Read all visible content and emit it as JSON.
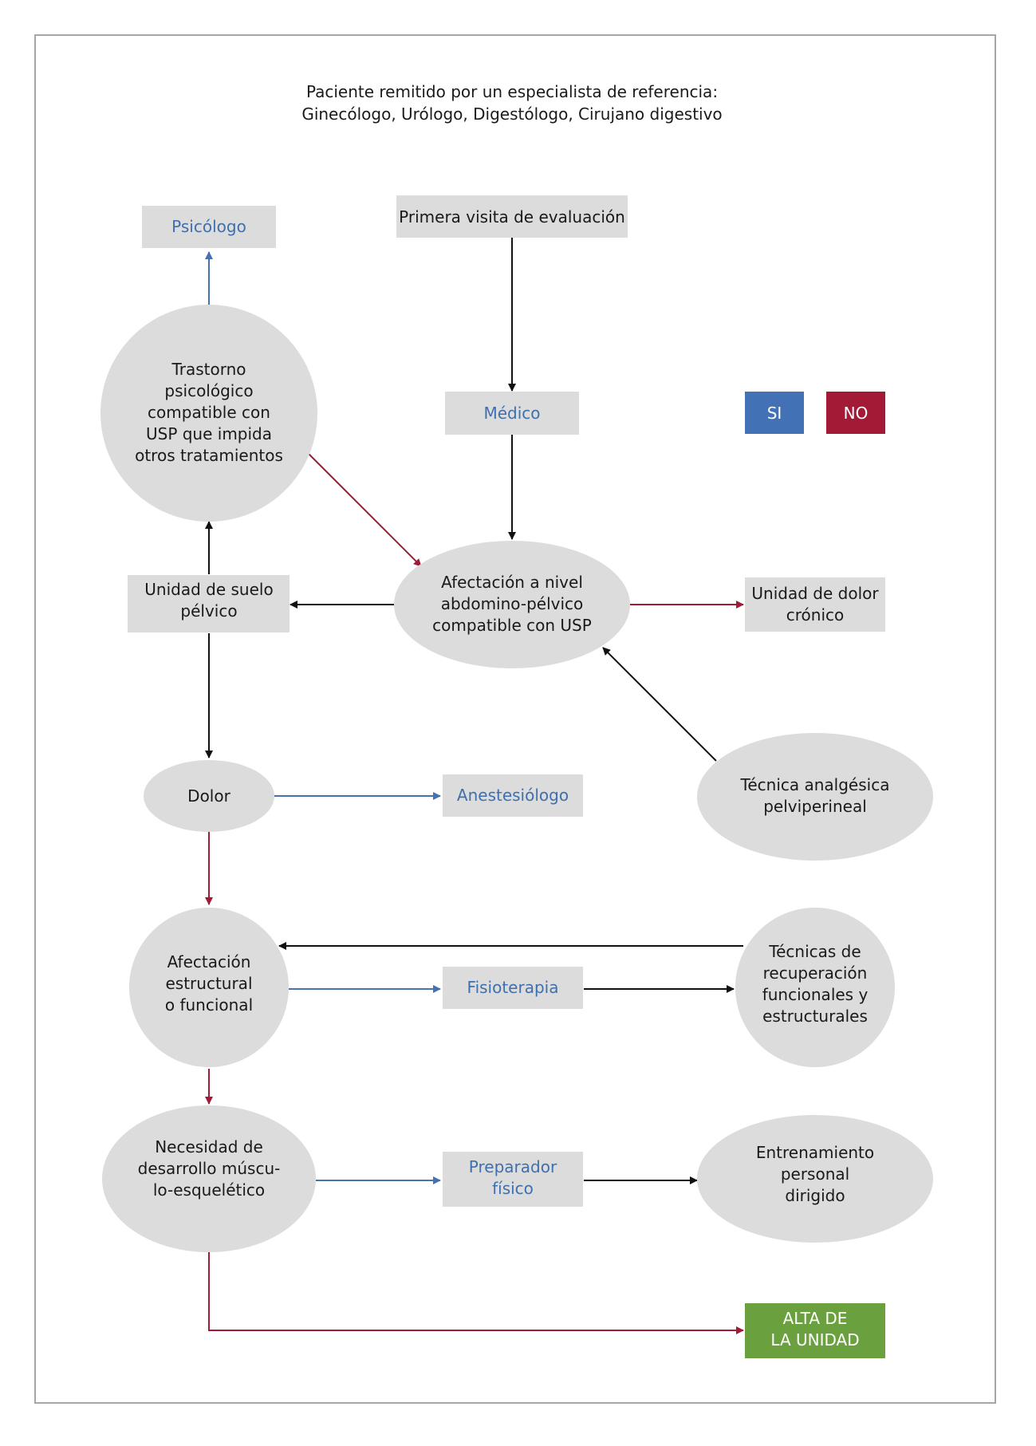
{
  "header": {
    "line1": "Paciente remitido por un especialista de referencia:",
    "line2": "Ginecólogo, Urólogo, Digestólogo, Cirujano digestivo"
  },
  "legend": {
    "yes": "SI",
    "no": "NO",
    "yes_color": "#4272b5",
    "no_color": "#a31a36"
  },
  "colors": {
    "node_fill": "#dcdcdc",
    "blue_text": "#3f6fad",
    "blue_arrow": "#4472b3",
    "red_arrow": "#a31a36",
    "black_arrow": "#111111",
    "discharge_fill": "#6aa03e"
  },
  "nodes": {
    "primera_visita": [
      "Primera visita de evaluación"
    ],
    "medico": [
      "Médico"
    ],
    "psicologo": [
      "Psicólogo"
    ],
    "trastorno": [
      "Trastorno",
      "psicológico",
      "compatible con",
      "USP que impida",
      "otros tratamientos"
    ],
    "afectacion_abdomino": [
      "Afectación a nivel",
      "abdomino-pélvico",
      "compatible con USP"
    ],
    "unidad_suelo": [
      "Unidad de suelo",
      "pélvico"
    ],
    "unidad_dolor": [
      "Unidad de dolor",
      "crónico"
    ],
    "tecnica_analgesica": [
      "Técnica analgésica",
      "pelviperineal"
    ],
    "dolor": [
      "Dolor"
    ],
    "anestesiologo": [
      "Anestesiólogo"
    ],
    "afectacion_estructural": [
      "Afectación",
      "estructural",
      "o funcional"
    ],
    "fisioterapia": [
      "Fisioterapia"
    ],
    "tecnicas_recuperacion": [
      "Técnicas de",
      "recuperación",
      "funcionales y",
      "estructurales"
    ],
    "necesidad": [
      "Necesidad de",
      "desarrollo múscu-",
      "lo-esquelético"
    ],
    "preparador": [
      "Preparador",
      "físico"
    ],
    "entrenamiento": [
      "Entrenamiento",
      "personal",
      "dirigido"
    ],
    "alta": [
      "ALTA DE",
      "LA UNIDAD"
    ]
  }
}
